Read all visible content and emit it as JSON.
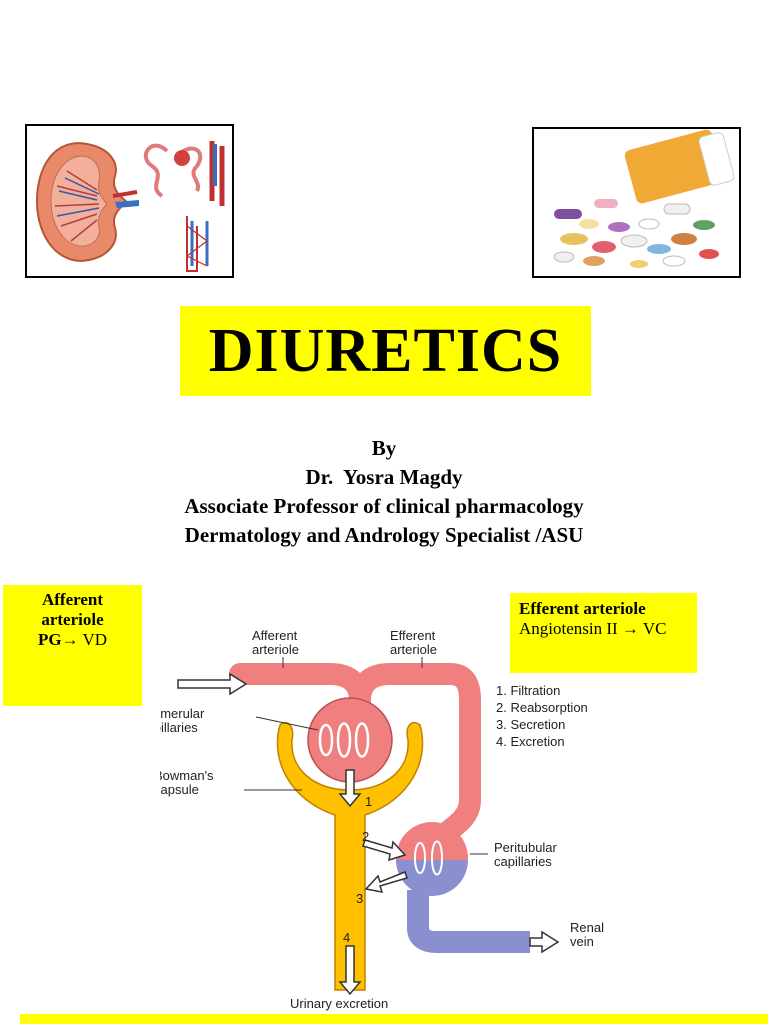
{
  "title": "DIURETICS",
  "byline": {
    "line1": "By",
    "line2": "Dr.  Yosra Magdy",
    "line3": "Associate Professor of clinical pharmacology",
    "line4": "Dermatology and Andrology Specialist /ASU"
  },
  "afferent_note": {
    "line1": "Afferent",
    "line2": "arteriole",
    "pg": "PG",
    "effect": "→ VD"
  },
  "efferent_note": {
    "heading": "Efferent arteriole",
    "effect": "Angiotensin II → VC"
  },
  "diagram": {
    "afferent_label_1": "Afferent",
    "afferent_label_2": "arteriole",
    "efferent_label_1": "Efferent",
    "efferent_label_2": "arteriole",
    "glomerular_1": "Glomerular",
    "glomerular_2": "capillaries",
    "bowman_1": "Bowman's",
    "bowman_2": "capsule",
    "peritubular_1": "Peritubular",
    "peritubular_2": "capillaries",
    "renal_1": "Renal",
    "renal_2": "vein",
    "urinary": "Urinary excretion",
    "steps": [
      "1. Filtration",
      "2. Reabsorption",
      "3. Secretion",
      "4. Excretion"
    ],
    "step_numbers": [
      "1",
      "2",
      "3",
      "4"
    ]
  },
  "colors": {
    "highlight": "#ffff00",
    "arteriole": "#f08080",
    "capsule": "#ffc000",
    "vein": "#8a8fd0"
  }
}
